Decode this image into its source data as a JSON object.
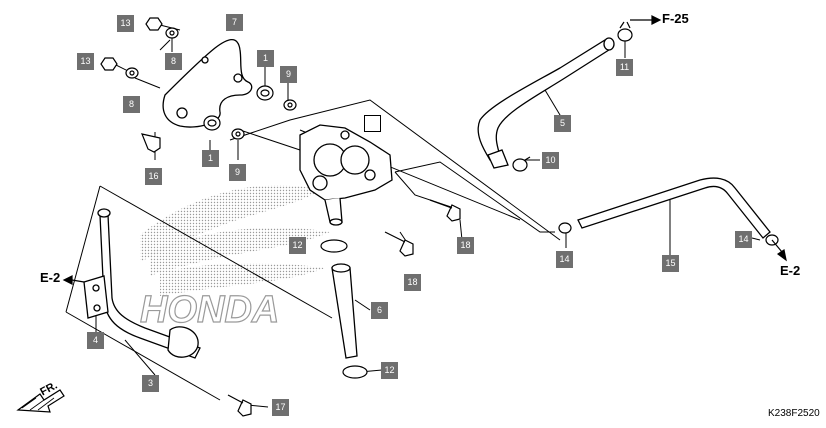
{
  "callouts": {
    "c13a": "13",
    "c7": "7",
    "c8a": "8",
    "c13b": "13",
    "c8b": "8",
    "c16": "16",
    "c1a": "1",
    "c9a": "9",
    "c1b": "1",
    "c9b": "9",
    "c11": "11",
    "c5": "5",
    "c10": "10",
    "c18a": "18",
    "c12a": "12",
    "c18b": "18",
    "c14a": "14",
    "c15": "15",
    "c14b": "14",
    "c6": "6",
    "c4": "4",
    "c3": "3",
    "c12b": "12",
    "c17": "17"
  },
  "references": {
    "f25": "F-25",
    "e2_left": "E-2",
    "e2_right": "E-2",
    "front": "FR."
  },
  "diagram_code": "K238F2520",
  "colors": {
    "callout_bg": "#6f6f6f",
    "callout_text": "#ffffff",
    "line": "#000000",
    "watermark": "#b5b5b5"
  },
  "watermark_text": "HONDA"
}
